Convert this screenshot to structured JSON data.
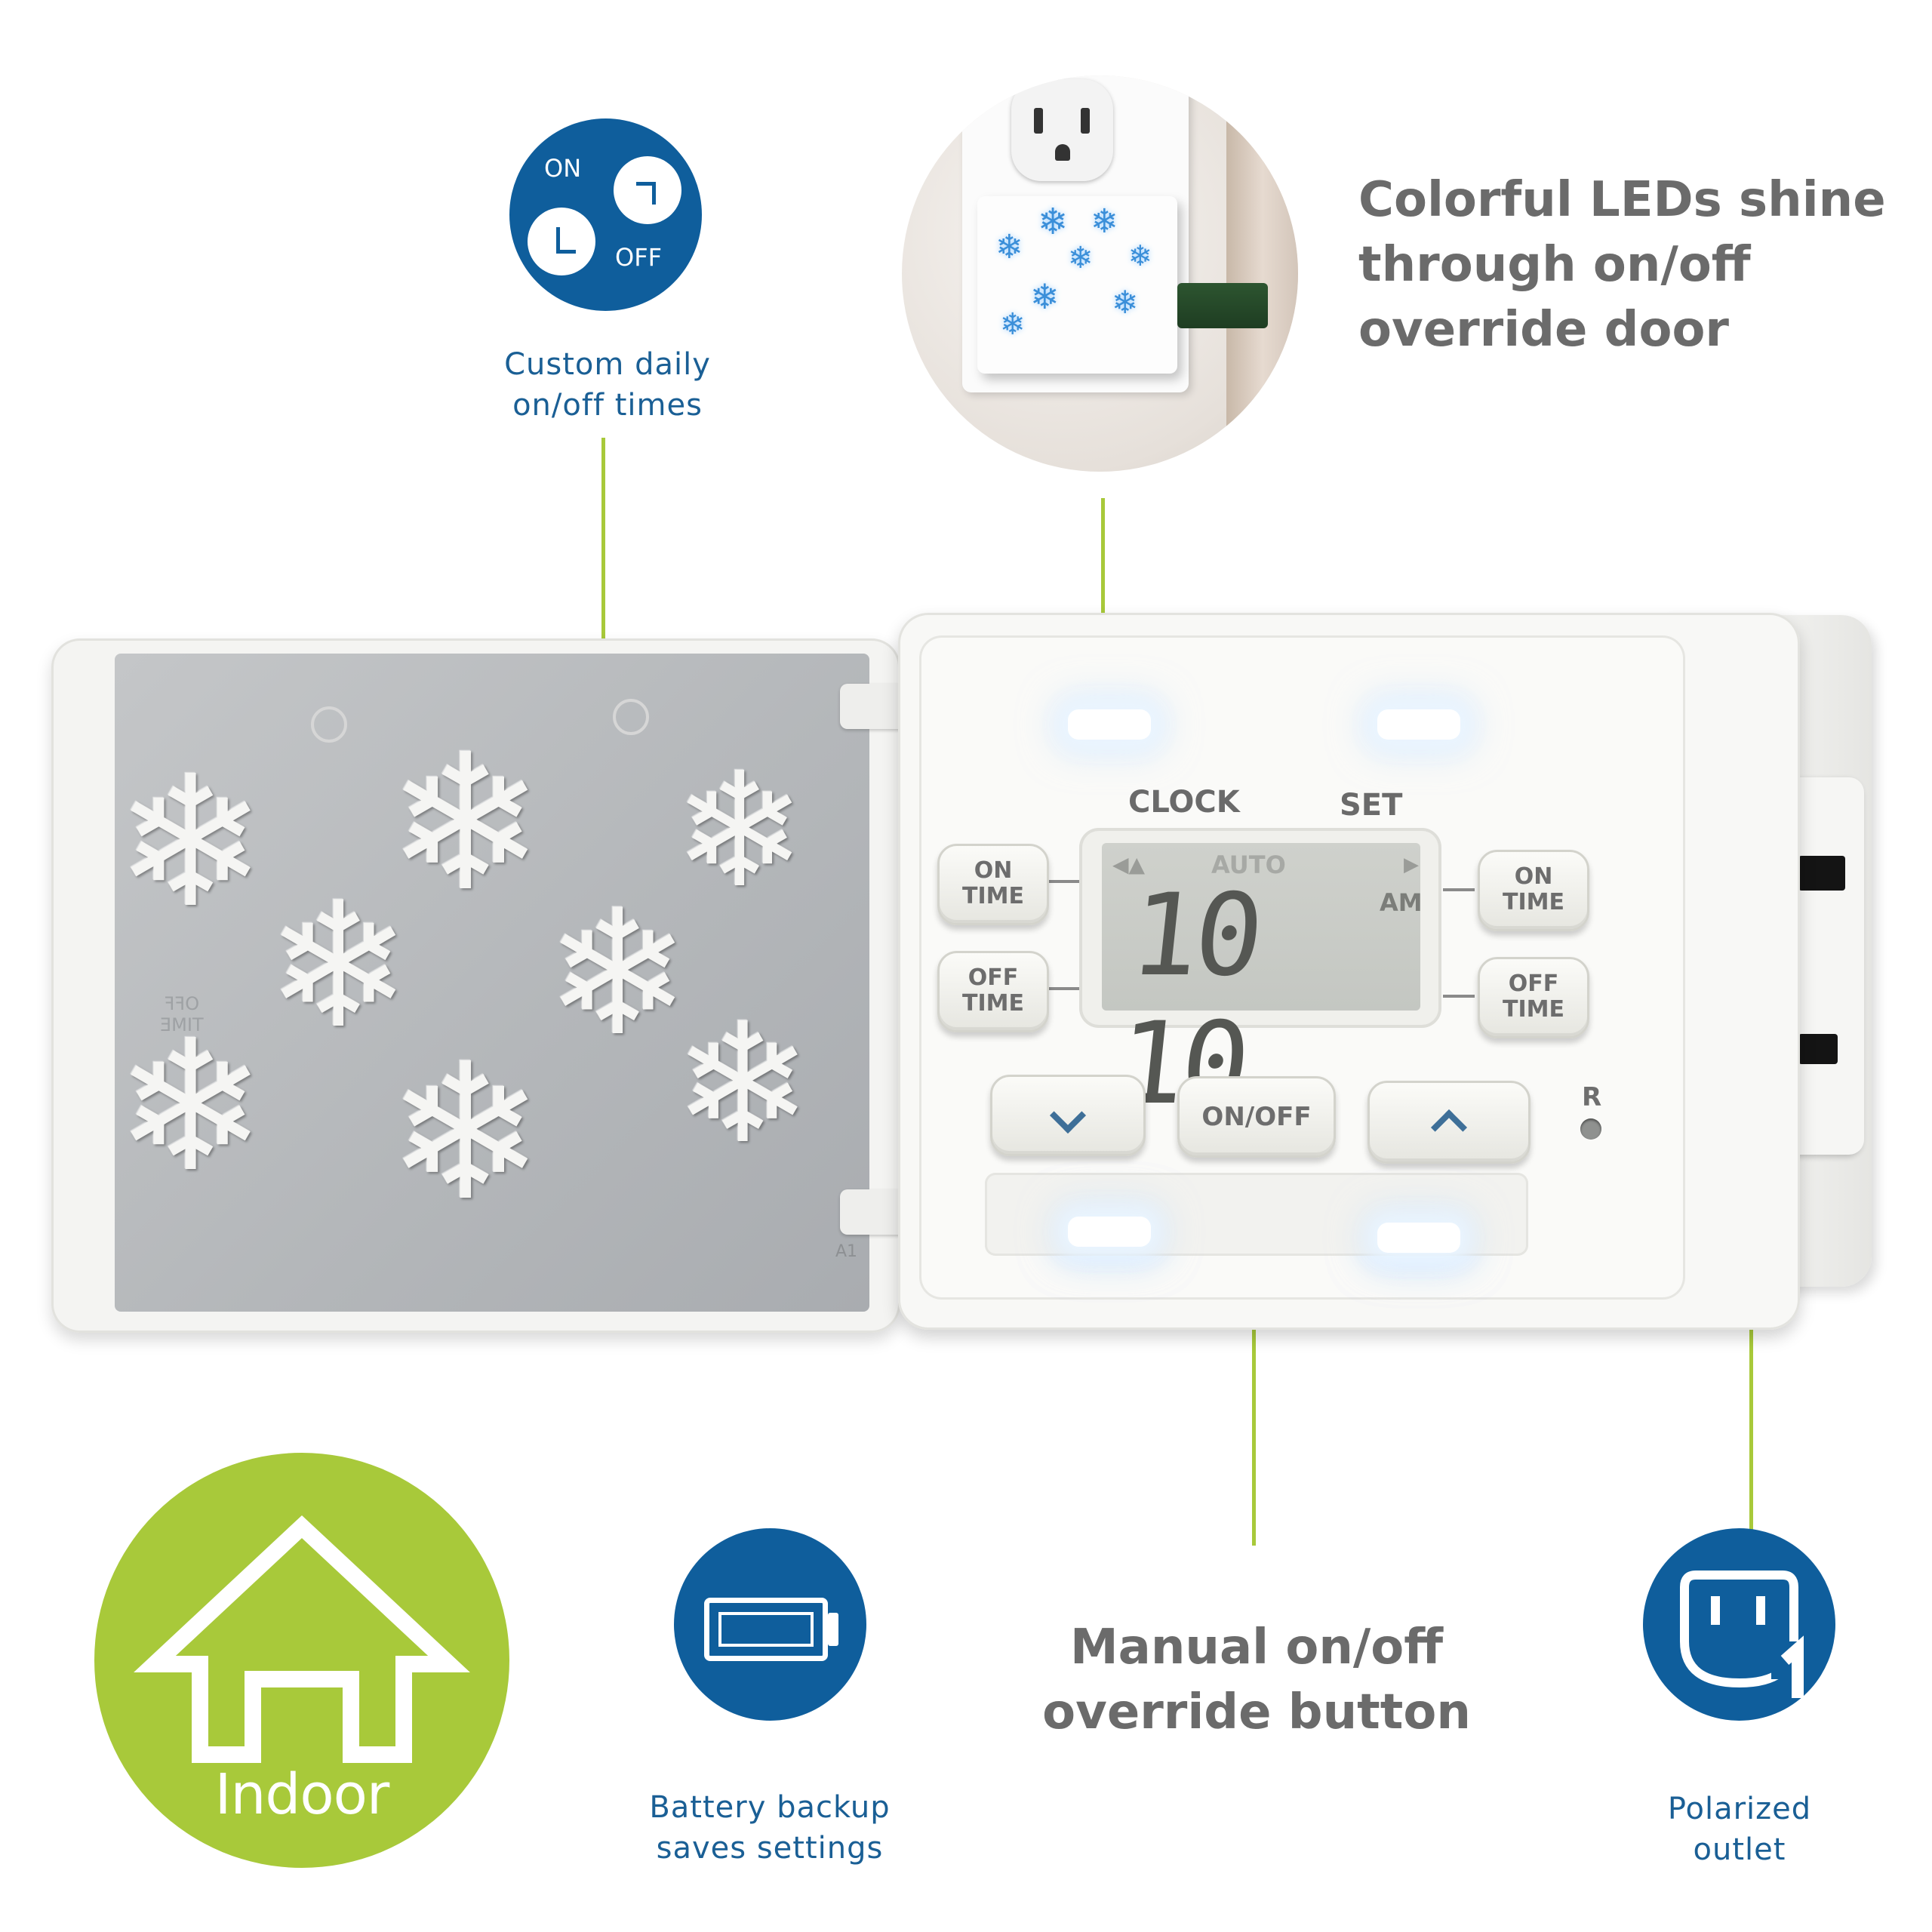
{
  "features": {
    "custom_times": {
      "icon_on": "ON",
      "icon_off": "OFF",
      "caption_line1": "Custom daily",
      "caption_line2": "on/off times"
    },
    "leds": {
      "line1": "Colorful LEDs shine",
      "line2": "through on/off",
      "line3": "override door"
    },
    "manual": {
      "line1": "Manual on/off",
      "line2": "override button"
    },
    "indoor": {
      "label": "Indoor"
    },
    "battery": {
      "caption_line1": "Battery backup",
      "caption_line2": "saves settings"
    },
    "polarized": {
      "caption_line1": "Polarized",
      "caption_line2": "outlet"
    }
  },
  "device": {
    "clock_label": "CLOCK",
    "set_label": "SET",
    "lcd_auto": "AUTO",
    "lcd_time": "10 10",
    "lcd_ampm": "AM",
    "on_time_left": [
      "ON",
      "TIME"
    ],
    "off_time_left": [
      "OFF",
      "TIME"
    ],
    "on_time_right": [
      "ON",
      "TIME"
    ],
    "off_time_right": [
      "OFF",
      "TIME"
    ],
    "down_icon": "chevron-down-icon",
    "up_icon": "chevron-up-icon",
    "onoff_label": "ON/OFF",
    "reset_label": "R",
    "door_embossed": [
      "OFF",
      "TIME"
    ],
    "door_mark": "A1"
  },
  "colors": {
    "accent_green": "#a8c93a",
    "brand_blue": "#0f5e9c",
    "headline_gray": "#6b6b6b"
  }
}
